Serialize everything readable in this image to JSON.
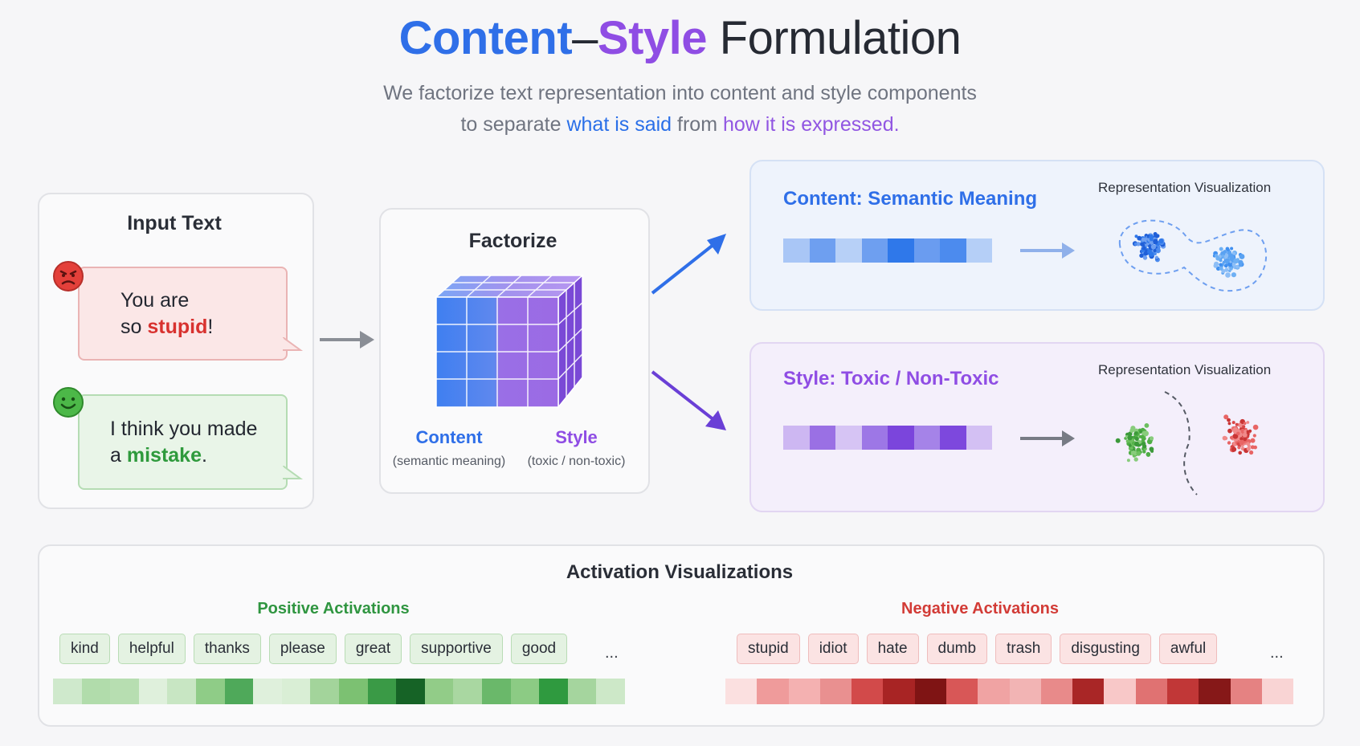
{
  "header": {
    "title_content": "Content",
    "title_dash": "–",
    "title_style": "Style",
    "title_rest": " Formulation",
    "subtitle_line1": "We factorize text representation into content and style components",
    "subtitle_line2_a": "to separate ",
    "subtitle_line2_b": "what is said",
    "subtitle_line2_c": " from ",
    "subtitle_line2_d": "how it is expressed",
    "subtitle_line2_e": "."
  },
  "input": {
    "title": "Input Text",
    "toxic_line1": "You are",
    "toxic_line2_a": "so ",
    "toxic_line2_b": "stupid",
    "toxic_line2_c": "!",
    "toxic_face": "angry-face-icon",
    "nice_line1": "I think you made",
    "nice_line2_a": "a ",
    "nice_line2_b": "mistake",
    "nice_line2_c": ".",
    "nice_face": "smiling-face-icon"
  },
  "factorize": {
    "title": "Factorize",
    "content_label": "Content",
    "content_sub": "(semantic meaning)",
    "style_label": "Style",
    "style_sub": "(toxic / non-toxic)"
  },
  "content_panel": {
    "title": "Content: Semantic Meaning",
    "viz_label": "Representation Visualization",
    "strip_colors": [
      "#a9c6f6",
      "#6e9ff0",
      "#b7d0f7",
      "#6e9ff0",
      "#2f78ea",
      "#6a9cf0",
      "#4c8bee",
      "#b5cff7"
    ]
  },
  "style_panel": {
    "title": "Style: Toxic / Non-Toxic",
    "viz_label": "Representation Visualization",
    "strip_colors": [
      "#cdb7f2",
      "#9a70e4",
      "#d6c4f4",
      "#9d77e6",
      "#7b45dc",
      "#a583e8",
      "#7d48dd",
      "#d3c0f3"
    ]
  },
  "activations": {
    "title": "Activation Visualizations",
    "positive_heading": "Positive Activations",
    "negative_heading": "Negative Activations",
    "positive_words": [
      "kind",
      "helpful",
      "thanks",
      "please",
      "great",
      "supportive",
      "good"
    ],
    "negative_words": [
      "stupid",
      "idiot",
      "hate",
      "dumb",
      "trash",
      "disgusting",
      "awful"
    ],
    "ellipsis": "...",
    "positive_heat": [
      "#cfe9cc",
      "#b1dcab",
      "#b7deb1",
      "#dff0dc",
      "#c8e6c3",
      "#8fcc87",
      "#4fa95a",
      "#dff0dc",
      "#d9eed5",
      "#a3d49b",
      "#7cc172",
      "#3a9a46",
      "#166326",
      "#92cc88",
      "#a9d7a1",
      "#6ab86a",
      "#8ccb84",
      "#2f9a3f",
      "#a5d59e",
      "#cde8c8"
    ],
    "negative_heat": [
      "#fbe0e0",
      "#ef9b9b",
      "#f4b1b1",
      "#e99090",
      "#d24a4a",
      "#a82424",
      "#7f1414",
      "#d85757",
      "#f0a3a3",
      "#f2b4b4",
      "#e88a8a",
      "#a92626",
      "#f8c8c8",
      "#e07272",
      "#c13737",
      "#861818",
      "#e58282",
      "#f9d4d4"
    ]
  },
  "colors": {
    "content_blue": "#2f6fe8",
    "style_purple": "#8f4de4",
    "positive_green": "#2f9540",
    "negative_red": "#d23b36"
  }
}
